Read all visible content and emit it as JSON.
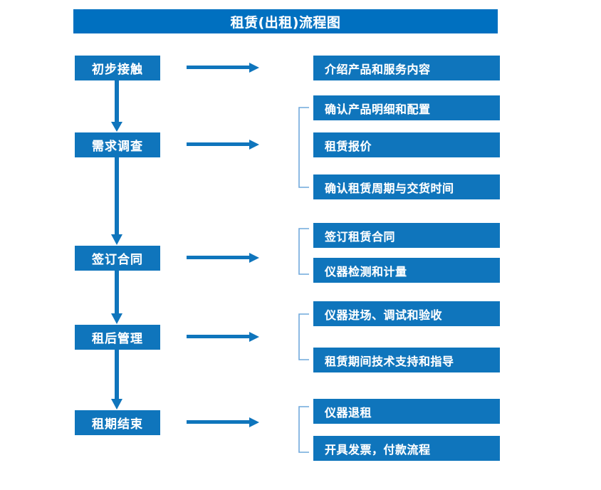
{
  "title": "租赁(出租)流程图",
  "colors": {
    "banner_blue": "#0070c0",
    "box_blue": "#0f75bc",
    "arrow_blue": "#0f75bc",
    "bracket_blue": "#6fa8dc",
    "text_white": "#ffffff",
    "background": "#ffffff"
  },
  "stages": [
    {
      "label": "初步接触"
    },
    {
      "label": "需求调查"
    },
    {
      "label": "签订合同"
    },
    {
      "label": "租后管理"
    },
    {
      "label": "租期结束"
    }
  ],
  "details": [
    {
      "label": "介绍产品和服务内容"
    },
    {
      "label": "确认产品明细和配置"
    },
    {
      "label": "租赁报价"
    },
    {
      "label": "确认租赁周期与交货时间"
    },
    {
      "label": "签订租赁合同"
    },
    {
      "label": "仪器检测和计量"
    },
    {
      "label": "仪器进场、调试和验收"
    },
    {
      "label": "租赁期间技术支持和指导"
    },
    {
      "label": "仪器退租"
    },
    {
      "label": "开具发票，付款流程"
    }
  ],
  "icons": {
    "right_arrow": "right-arrow-icon",
    "down_arrow": "down-arrow-icon",
    "group_bracket": "group-bracket-icon"
  }
}
